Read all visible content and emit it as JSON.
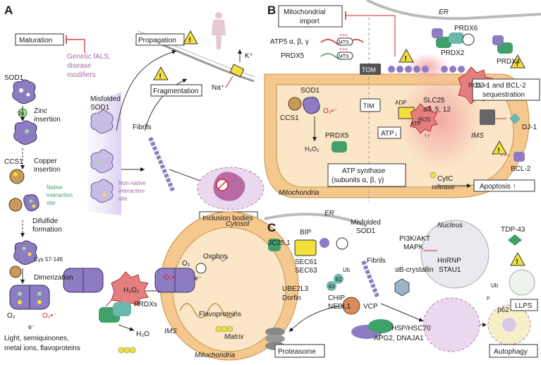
{
  "panel_a": {
    "letter": "A",
    "maturation": "Maturation",
    "genetic_1": "Genetic fALS,",
    "genetic_2": "disease",
    "genetic_3": "modifiers",
    "propagation": "Propagation",
    "fragmentation": "Fragmentation",
    "k_ion": "K⁺",
    "na_ion": "Na⁺",
    "sod1": "SOD1",
    "zn": "Zn",
    "zinc_1": "Zinc",
    "zinc_2": "insertion",
    "ccs1": "CCS1",
    "copper_1": "Copper",
    "copper_2": "insertion",
    "native_1": "Native",
    "native_2": "interaction",
    "native_3": "site",
    "misfolded_1": "Misfolded",
    "misfolded_2": "SOD1",
    "fibrils": "Fibrils",
    "non_native_1": "Non-native",
    "non_native_2": "interaction",
    "non_native_3": "site",
    "inclusion": "Inclusion bodies",
    "difulfide_1": "Difulfide",
    "difulfide_2": "formation",
    "cys": "Cys 57-146",
    "dimerization": "Dimerization",
    "cytosol": "Cytosol",
    "o2": "O₂",
    "o2_rad": "O₂•⁻",
    "oxphos": "Oxphos",
    "e_minus": "e⁻",
    "flavoproteins": "Flavoproteins",
    "h2o2": "H₂O₂",
    "prdxs": "PRDXs",
    "h2o": "H₂O",
    "ims": "IMS",
    "matrix": "Matrix",
    "mitochondria": "Mitochondria",
    "light": "Light, semiquinones,",
    "metal": "metal ions, flavoproteins"
  },
  "panel_b": {
    "letter": "B",
    "import_1": "Mitochondrial",
    "import_2": "import",
    "er": "ER",
    "atp5": "ATP5 α, β, γ",
    "prdx5_top": "PRDX5",
    "mts": "MTS",
    "plus": "+++",
    "prdx6": "PRDX6",
    "prdx2": "PRDX2",
    "prdx4": "PRDX4",
    "ros": "ROS",
    "arrows": "↑↑",
    "tom": "TOM",
    "tim": "TIM",
    "sod1": "SOD1",
    "o2_rad": "O₂•⁻",
    "ccs1": "CCS1",
    "adp": "ADP",
    "atp": "ATP",
    "slc25_1": "SLC25",
    "slc25_2": "a4, 5, 12",
    "djbcl_1": "DJ-1 and BCL-2",
    "djbcl_2": "sequestration",
    "prdx5": "PRDX5",
    "h2o2": "H₂O₂",
    "atp_down": "ATP↓",
    "synth_1": "ATP synthase",
    "synth_2": "(subunits α, β, γ)",
    "dj1": "DJ-1",
    "ims": "IMS",
    "bcl2": "BCL-2",
    "mitochondria": "Mitochondria",
    "cytc_1": "CytC",
    "cytc_2": "release",
    "apoptosis": "Apoptosis ↑"
  },
  "panel_c": {
    "letter": "C",
    "er": "ER",
    "nucleus": "Nucleus",
    "bip": "BIP",
    "jc": "JC25,1",
    "sec61": "SEC61",
    "sec63": "SEC63",
    "misfolded_1": "Misfolded",
    "misfolded_2": "SOD1",
    "pi3k": "PI3K/AKT",
    "mapk": "MAPK",
    "hnrnp": "HnRNP",
    "stau1": "STAU1",
    "tdp43": "TDP-43",
    "ub": "Ub",
    "e2": "E2",
    "e3": "E3",
    "ube2l3": "UBE2L3",
    "dorfin": "Dorfin",
    "chip": "CHIP",
    "nedl1": "NEDL1",
    "fibrils": "Fibrils",
    "crystallin": "αB-crystallin",
    "llps": "LLPS",
    "vcp": "VCP",
    "p62": "p62",
    "hsp": "HSP/HSC70",
    "apg2": "APG2, DNAJA1",
    "proteasome": "Proteasome",
    "autophagy": "Autophagy",
    "p": "P"
  },
  "colors": {
    "sod1_purple": "#8e7cc3",
    "sod1_light": "#c9bde6",
    "mito_orange": "#f5c88e",
    "mito_light": "#fbe6c8",
    "red": "#d0262b",
    "green": "#3fa06a",
    "teal": "#6ab7ab",
    "warning_yellow": "#f3df3c"
  }
}
